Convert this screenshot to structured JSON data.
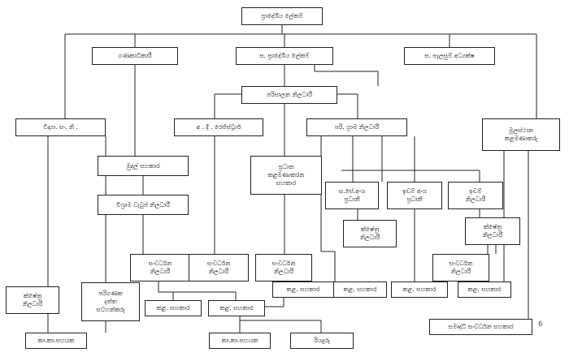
{
  "nodes": {
    "div_sec": "ප්‍රාදේශීය ලේකම්",
    "accountant": "ගණකාධිකාරී",
    "asst_div_sec": "ස. ප්‍රාදේශීය ලේකම්",
    "asst_planning_dir": "ස. සැලසුම් අධ්‍යක්ෂ",
    "admin_officer": "පරිපාලන නිලධාරී",
    "sci_dev_officer": "විද්‍යා. සං. නි .",
    "add_registrar": "අ . දි . රෙජිස්ට්‍රාර්",
    "gn_officer": "පරි. ග්‍රාම නිලධාරී",
    "chief_clerk": "මූලස්ථාන\nකළමණාකරු",
    "finance_asst": "මුදල් සහකාර",
    "pension_officer": "විශ්‍රාම වැටුප් නිලධාරී",
    "chief_mgmt_asst": "ප්‍රධාන\nකළමණාකරන\nසහකාර",
    "ss_chief": "ස.සේ.අංශ\nප්‍රධානී",
    "land_chief": "ඉඩම් අංශ\nප්‍රධානී",
    "land_officer": "ඉඩම්\nනිලධාරී",
    "field_officer_mid": "ක්ෂේත්‍ර\nනිලධාරී",
    "field_officer_right": "ක්ෂේත්‍ර\nනිලධාරී",
    "dev_officer_1": "සංවර්ධන\nනිලධාරී",
    "dev_officer_2": "සංවර්ධන\nනිලධාරී",
    "dev_officer_3": "සංවර්ධන\nනිලධාරී",
    "dev_officer_4": "සංවර්ධන\nනිලධාරී",
    "field_officer_left": "ක්ෂේත්‍ර\nනිලධාරී",
    "computer_asst": "පරිගණක\nදත්ත\nසටහන්කරු",
    "mgmt_asst_1": "කළ. සහකාර",
    "mgmt_asst_2": "කළ. සහකාර",
    "mgmt_asst_3": "කළ. සහකාර",
    "mgmt_asst_4": "කළ. සහකාර",
    "mgmt_asst_5": "කළ. සහකාර",
    "office_asst_1": "කා.කා.සහයක",
    "office_asst_2": "කා.කා.සහයක",
    "driver": "රියදුරු",
    "samurdhi_asst": "සමෘද්ධි සංවර්ධන සහකාර"
  },
  "page_number": "6"
}
